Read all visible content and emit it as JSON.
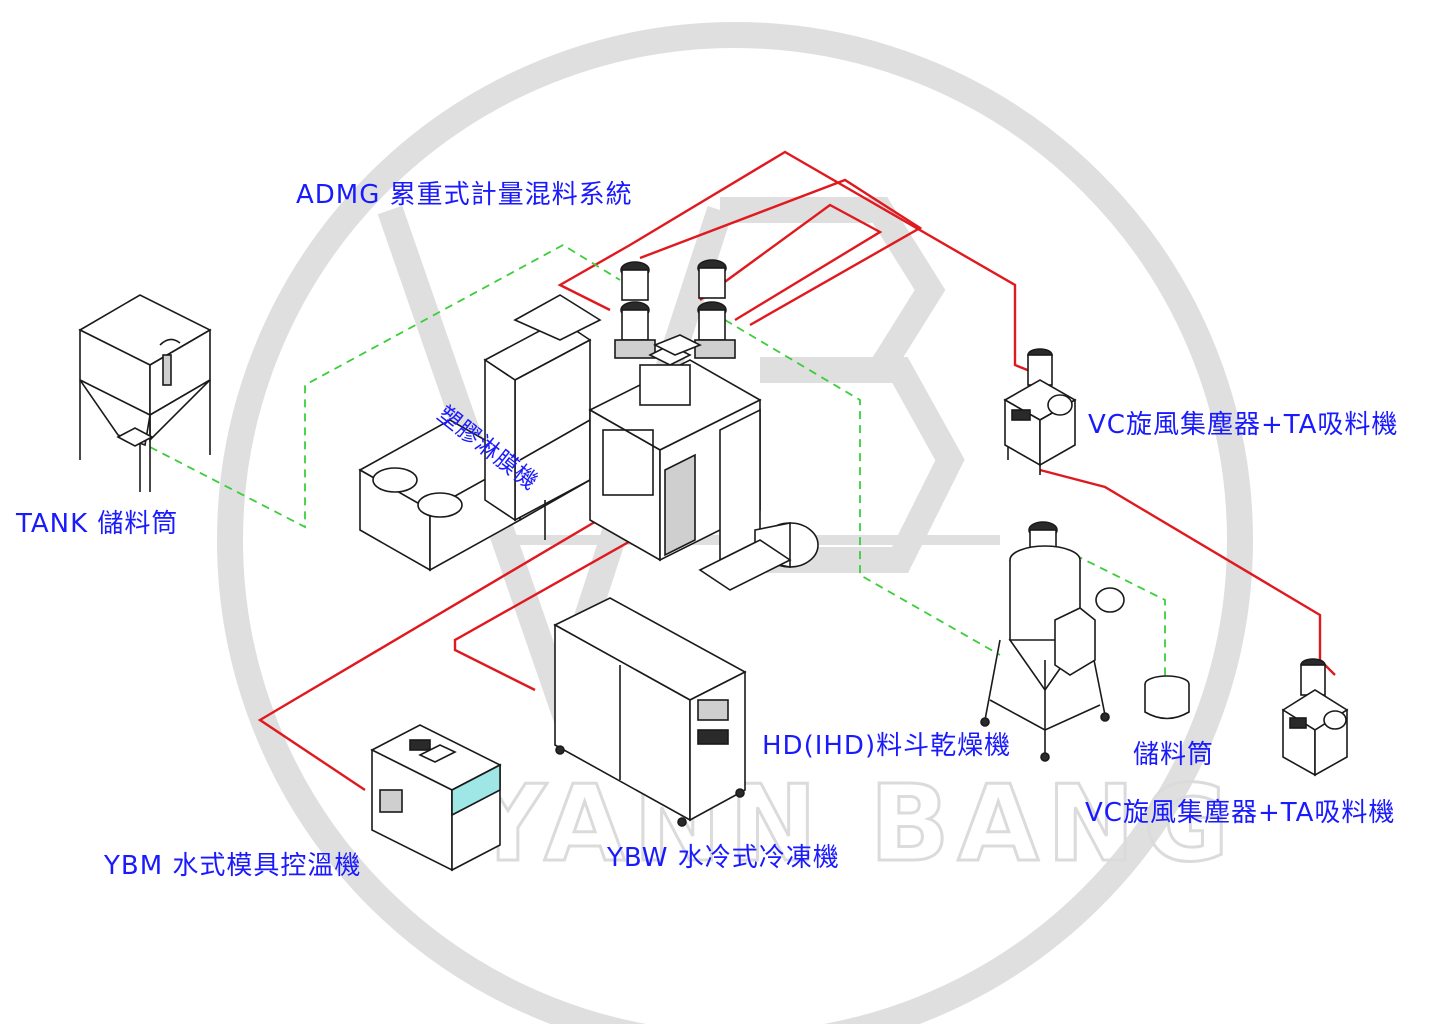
{
  "watermark": {
    "text": "YANN BANG"
  },
  "labels": {
    "admg": "ADMG 累重式計量混料系統",
    "laminator": "塑膠淋膜機",
    "tank": "TANK 儲料筒",
    "vc_top": "VC旋風集塵器+TA吸料機",
    "vc_bottom": "VC旋風集塵器+TA吸料機",
    "hd": "HD(IHD)料斗乾燥機",
    "storage_bin": "儲料筒",
    "ybm": "YBM  水式模具控溫機",
    "ybw": "YBW 水冷式冷凍機"
  },
  "legend_colors": {
    "water_line": "#e0191f",
    "material_line": "#3ccd3c",
    "label": "#1a1aff"
  }
}
